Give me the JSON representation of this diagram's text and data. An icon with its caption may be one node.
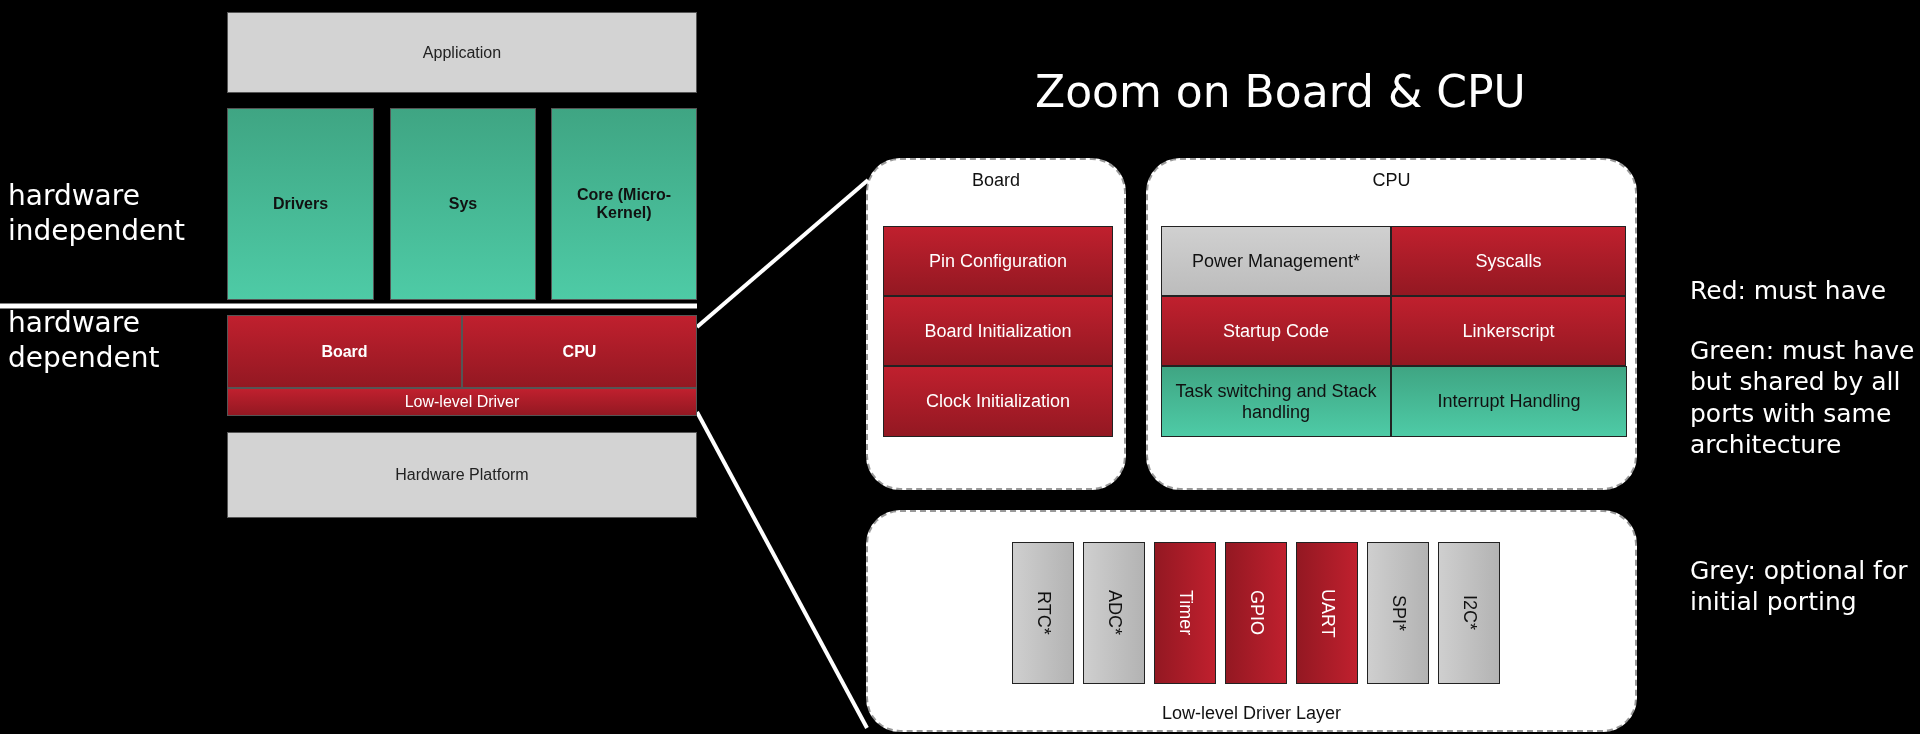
{
  "diagram": {
    "title": "Zoom on Board & CPU",
    "nodes": [
      {
        "text": [
          "Application"
        ]
      },
      {
        "text": [
          "Drivers"
        ]
      },
      {
        "text": [
          "Sys"
        ]
      },
      {
        "text": [
          "Core (Micro-Kernel)"
        ]
      },
      {
        "text": [
          "Board"
        ]
      },
      {
        "text": [
          "CPU"
        ]
      },
      {
        "text": [
          "Low-level Driver"
        ]
      },
      {
        "text": [
          "Hardware Platform"
        ]
      },
      {
        "text": [
          "Board"
        ]
      },
      {
        "text": [
          "Pin Configuration"
        ],
        "in": 8
      },
      {
        "text": [
          "Board Initialization"
        ],
        "in": 8
      },
      {
        "text": [
          "Clock Initialization"
        ],
        "in": 8
      },
      {
        "text": [
          "CPU"
        ]
      },
      {
        "text": [
          "Power Management*"
        ],
        "in": 12
      },
      {
        "text": [
          "Syscalls"
        ],
        "in": 12
      },
      {
        "text": [
          "Startup Code"
        ],
        "in": 12
      },
      {
        "text": [
          "Linkerscript"
        ],
        "in": 12
      },
      {
        "text": [
          "Task switching and Stack handling"
        ],
        "in": 12
      },
      {
        "text": [
          "Interrupt Handling"
        ],
        "in": 12
      },
      {
        "text": [
          "Low-level Driver Layer"
        ]
      },
      {
        "text": [
          "RTC*"
        ],
        "in": 19
      },
      {
        "text": [
          "ADC*"
        ],
        "in": 19
      },
      {
        "text": [
          "Timer"
        ],
        "in": 19
      },
      {
        "text": [
          "GPIO"
        ],
        "in": 19
      },
      {
        "text": [
          "UART"
        ],
        "in": 19
      },
      {
        "text": [
          "SPI*"
        ],
        "in": 19
      },
      {
        "text": [
          "I2C*"
        ],
        "in": 19
      }
    ],
    "edges": [
      {
        "from": 5,
        "to": 8,
        "arrow": "none"
      },
      {
        "from": 6,
        "to": 19,
        "arrow": "none"
      }
    ],
    "labels": [
      "hardware independent",
      "hardware dependent",
      "Red: must have",
      "Green: must have but shared by all ports with same architecture",
      "Grey: optional for initial porting"
    ]
  }
}
